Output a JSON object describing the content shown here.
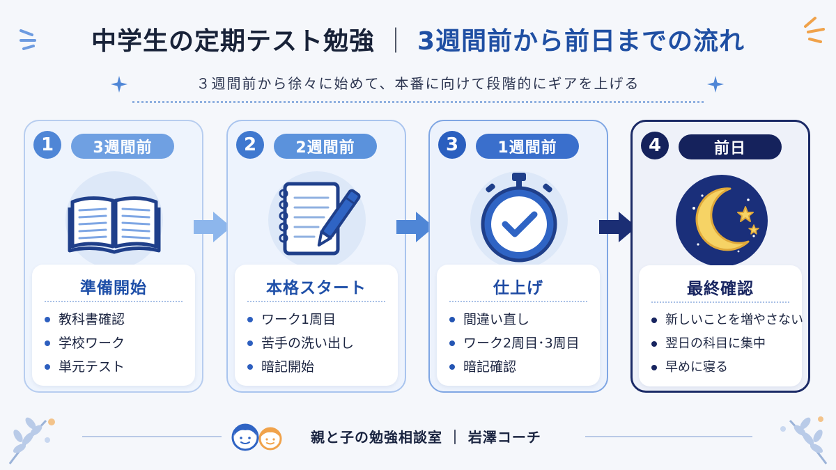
{
  "header": {
    "title_main": "中学生の定期テスト勉強",
    "title_sep": "｜",
    "title_accent": "3週間前から前日までの流れ",
    "subtitle": "３週間前から徐々に始めて、本番に向けて段階的にギアを上げる"
  },
  "steps": [
    {
      "number": "1",
      "period": "3週間前",
      "icon": "open-book-icon",
      "heading": "準備開始",
      "items": [
        "教科書確認",
        "学校ワーク",
        "単元テスト"
      ]
    },
    {
      "number": "2",
      "period": "2週間前",
      "icon": "notebook-pen-icon",
      "heading": "本格スタート",
      "items": [
        "ワーク1周目",
        "苦手の洗い出し",
        "暗記開始"
      ]
    },
    {
      "number": "3",
      "period": "1週間前",
      "icon": "stopwatch-check-icon",
      "heading": "仕上げ",
      "items": [
        "間違い直し",
        "ワーク2周目･3周目",
        "暗記確認"
      ]
    },
    {
      "number": "4",
      "period": "前日",
      "icon": "moon-stars-icon",
      "heading": "最終確認",
      "items": [
        "新しいことを増やさない",
        "翌日の科目に集中",
        "早めに寝る"
      ]
    }
  ],
  "footer": {
    "credit": "親と子の勉強相談室 ｜ 岩澤コーチ",
    "icon": "parent-child-avatars-icon"
  },
  "colors": {
    "step1": "#6fa0e2",
    "step2": "#5b92dc",
    "step3": "#3a6fcc",
    "step4": "#15225c",
    "title_accent": "#1f4fa3"
  }
}
